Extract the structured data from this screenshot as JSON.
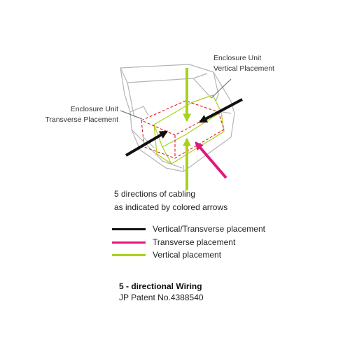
{
  "callouts": {
    "vertical": {
      "line1": "Enclosure Unit",
      "line2": "Vertical Placement"
    },
    "transverse": {
      "line1": "Enclosure Unit",
      "line2": "Transverse Placement"
    }
  },
  "caption": {
    "line1": "5 directions of cabling",
    "line2": "as indicated by colored arrows"
  },
  "legend": [
    {
      "label": "Vertical/Transverse placement",
      "color": "#111111"
    },
    {
      "label": "Transverse placement",
      "color": "#e4157f"
    },
    {
      "label": "Vertical placement",
      "color": "#a8d21c"
    }
  ],
  "title": {
    "main": "5 - directional Wiring",
    "sub": "JP Patent No.4388540"
  },
  "colors": {
    "outline_gray": "#b5b5b5",
    "black_arrow": "#111111",
    "magenta_arrow": "#e4157f",
    "green_arrow": "#a8d21c",
    "red_dashed": "#e01a2a"
  }
}
